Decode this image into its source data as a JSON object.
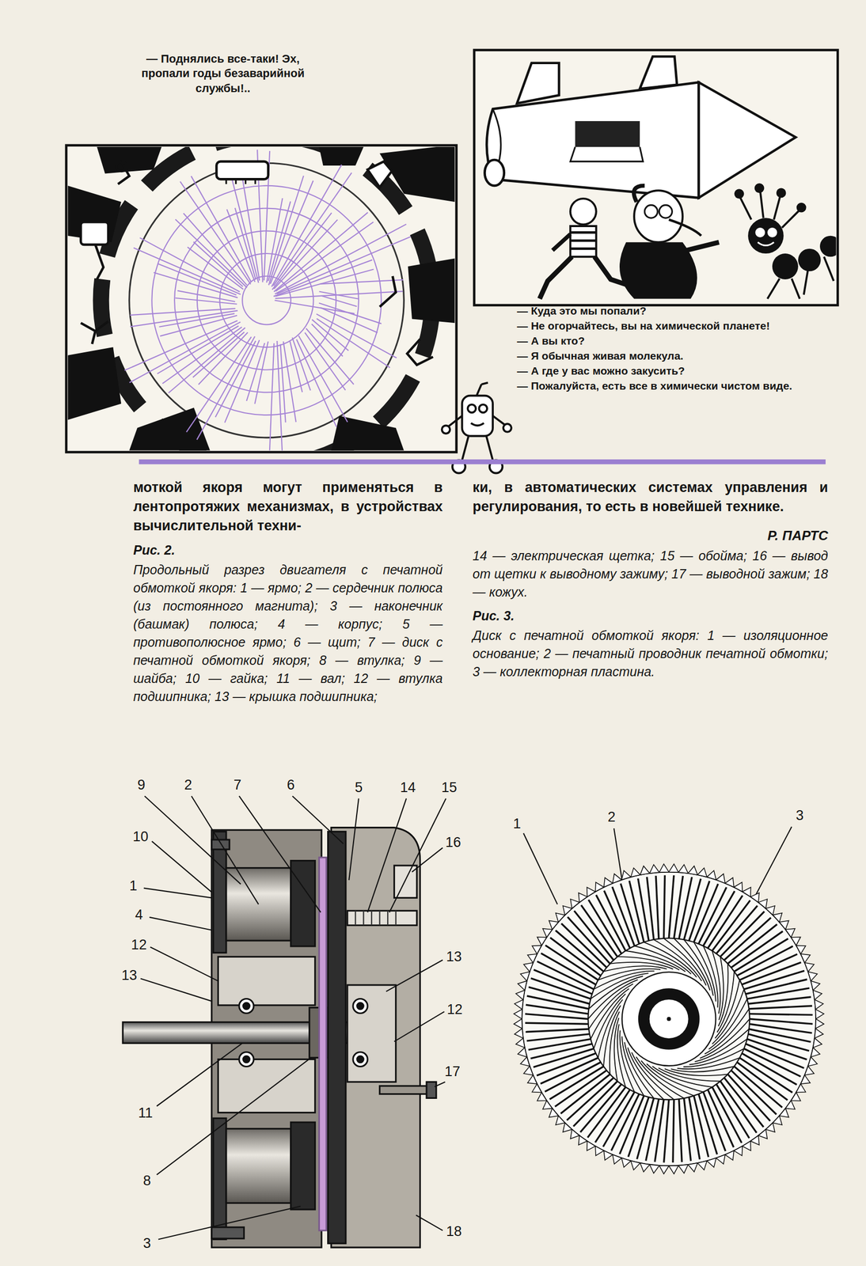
{
  "diagram": {
    "labels": [
      "— Поднялись все-таки! Эх, пропали годы безаварийной службы!..",
      "— Куда это мы попали?",
      "— Не огорчайтесь, вы на химической планете!",
      "— А вы кто?",
      "— Я обычная живая молекула.",
      "— А где у вас можно закусить?",
      "— Пожалуйста, есть все в химически чистом виде.",
      "моткой якоря могут применяться в лентопротяжих механизмах, в устройствах вычислительной техни-",
      "ки, в автоматических системах управления и регулирования, то есть в новейшей технике.",
      "Р. ПАРТС",
      "Рис. 2.",
      "Продольный разрез двигателя с печатной обмоткой якоря: 1 — ярмо; 2 — сердечник полюса (из постоянного магнита); 3 — наконечник (башмак) полюса; 4 — корпус; 5 — противополюсное ярмо; 6 — щит; 7 — диск с печатной обмоткой якоря; 8 — втулка; 9 — шайба; 10 — гайка; 11 — вал; 12 — втулка подшипника; 13 — крышка подшипника;",
      "14 — электрическая щетка; 15 — обойма; 16 — вывод от щетки к выводному зажиму; 17 — выводной зажим; 18 — кожух.",
      "Рис. 3.",
      "Диск с печатной обмоткой якоря: 1 — изоляционное основание; 2 — печатный проводник печатной обмотки; 3 — коллекторная пластина.",
      "9",
      "2",
      "7",
      "6",
      "5",
      "14",
      "15",
      "10",
      "16",
      "1",
      "4",
      "12",
      "13",
      "13",
      "12",
      "17",
      "11",
      "8",
      "3",
      "18",
      "1",
      "2",
      "3"
    ]
  }
}
